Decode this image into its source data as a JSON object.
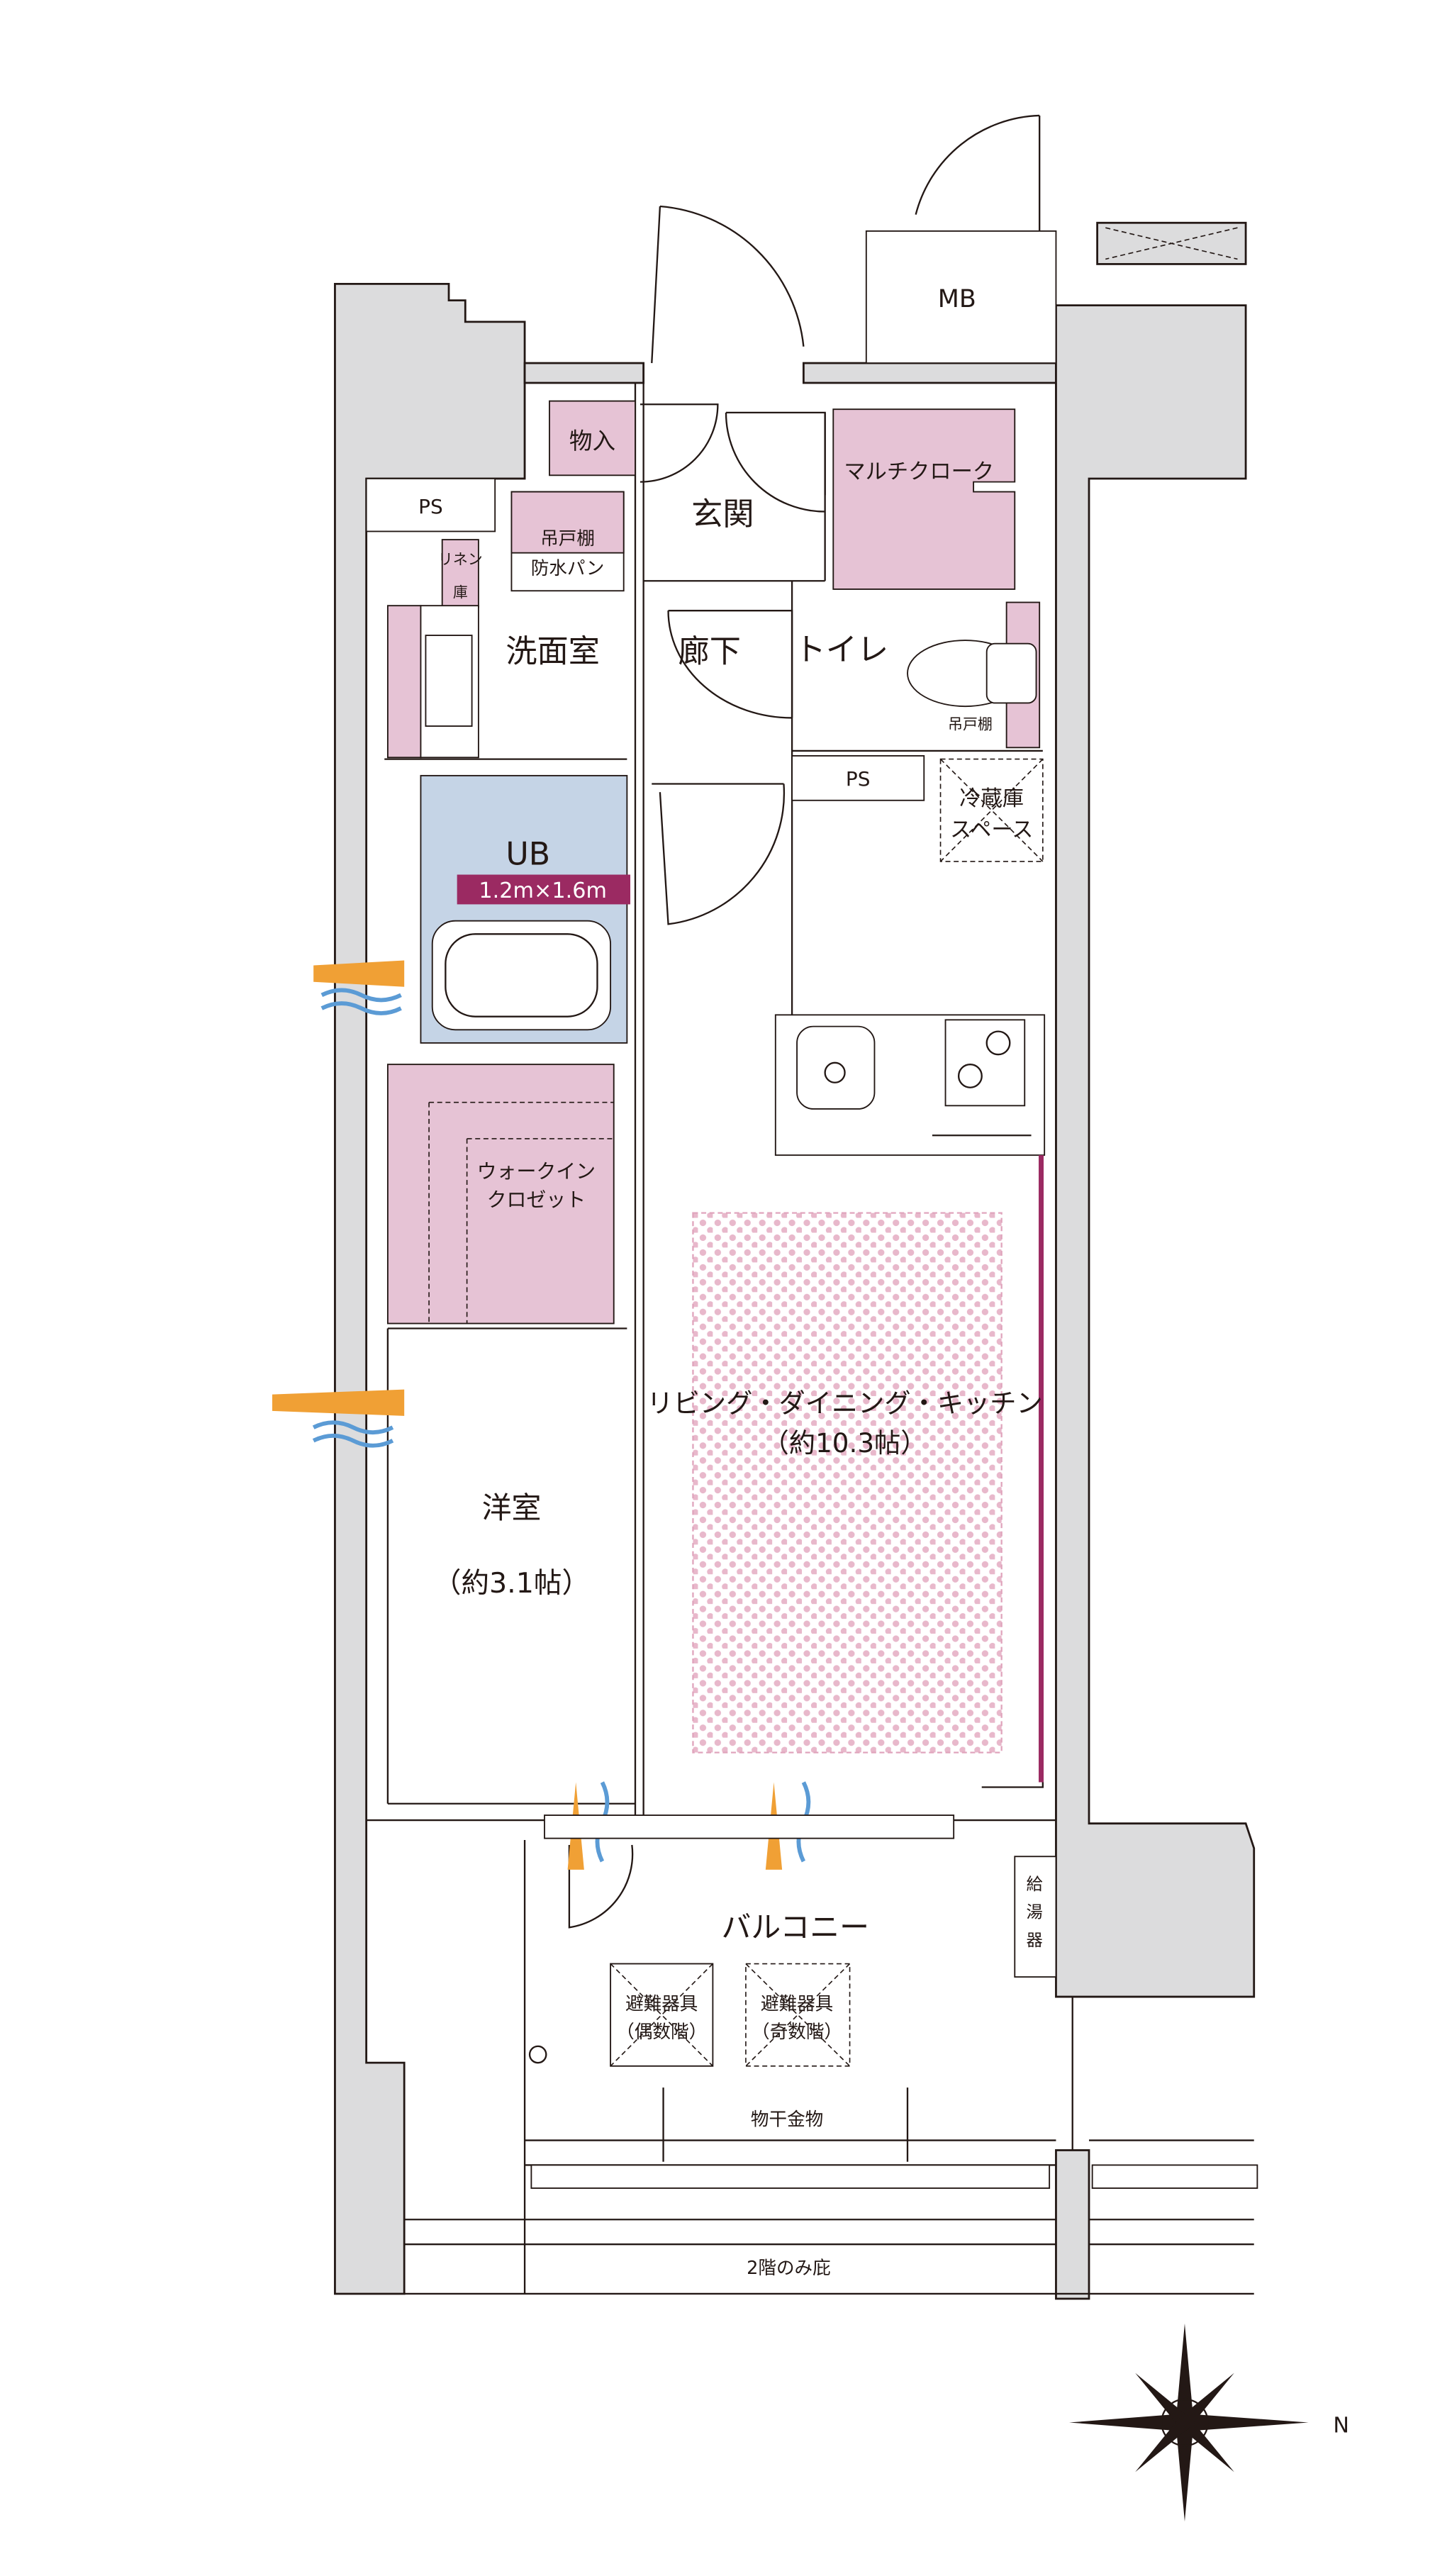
{
  "rooms": {
    "mb": "MB",
    "storage": "物入",
    "multi_cloak": "マルチクローク",
    "ps_top": "PS",
    "ps_mid": "PS",
    "entrance": "玄関",
    "hanging_shelf": "吊戸棚",
    "waterproof_pan": "防水パン",
    "linen_1": "リネン",
    "linen_2": "庫",
    "washroom": "洗面室",
    "hallway": "廊下",
    "toilet": "トイレ",
    "toilet_shelf": "吊戸棚",
    "fridge_1": "冷蔵庫",
    "fridge_2": "スペース",
    "ub": "UB",
    "ub_size": "1.2m×1.6m",
    "wic_1": "ウォークイン",
    "wic_2": "クロゼット",
    "ldk": "リビング・ダイニング・キッチン",
    "ldk_size": "（約10.3帖）",
    "western": "洋室",
    "western_size": "（約3.1帖）",
    "balcony": "バルコニー",
    "evac_even_1": "避難器具",
    "evac_even_2": "（偶数階）",
    "evac_odd_1": "避難器具",
    "evac_odd_2": "（奇数階）",
    "drying": "物干金物",
    "water_heater": [
      "給",
      "湯",
      "器"
    ],
    "eave": "2階のみ庇",
    "north": "N"
  },
  "colors": {
    "wall": "#dcdcdd",
    "pink": "#e6c3d5",
    "ub": "#c5d4e6",
    "badge": "#9b2a62",
    "air": "#f0a035",
    "wind": "#5b9bd5"
  }
}
